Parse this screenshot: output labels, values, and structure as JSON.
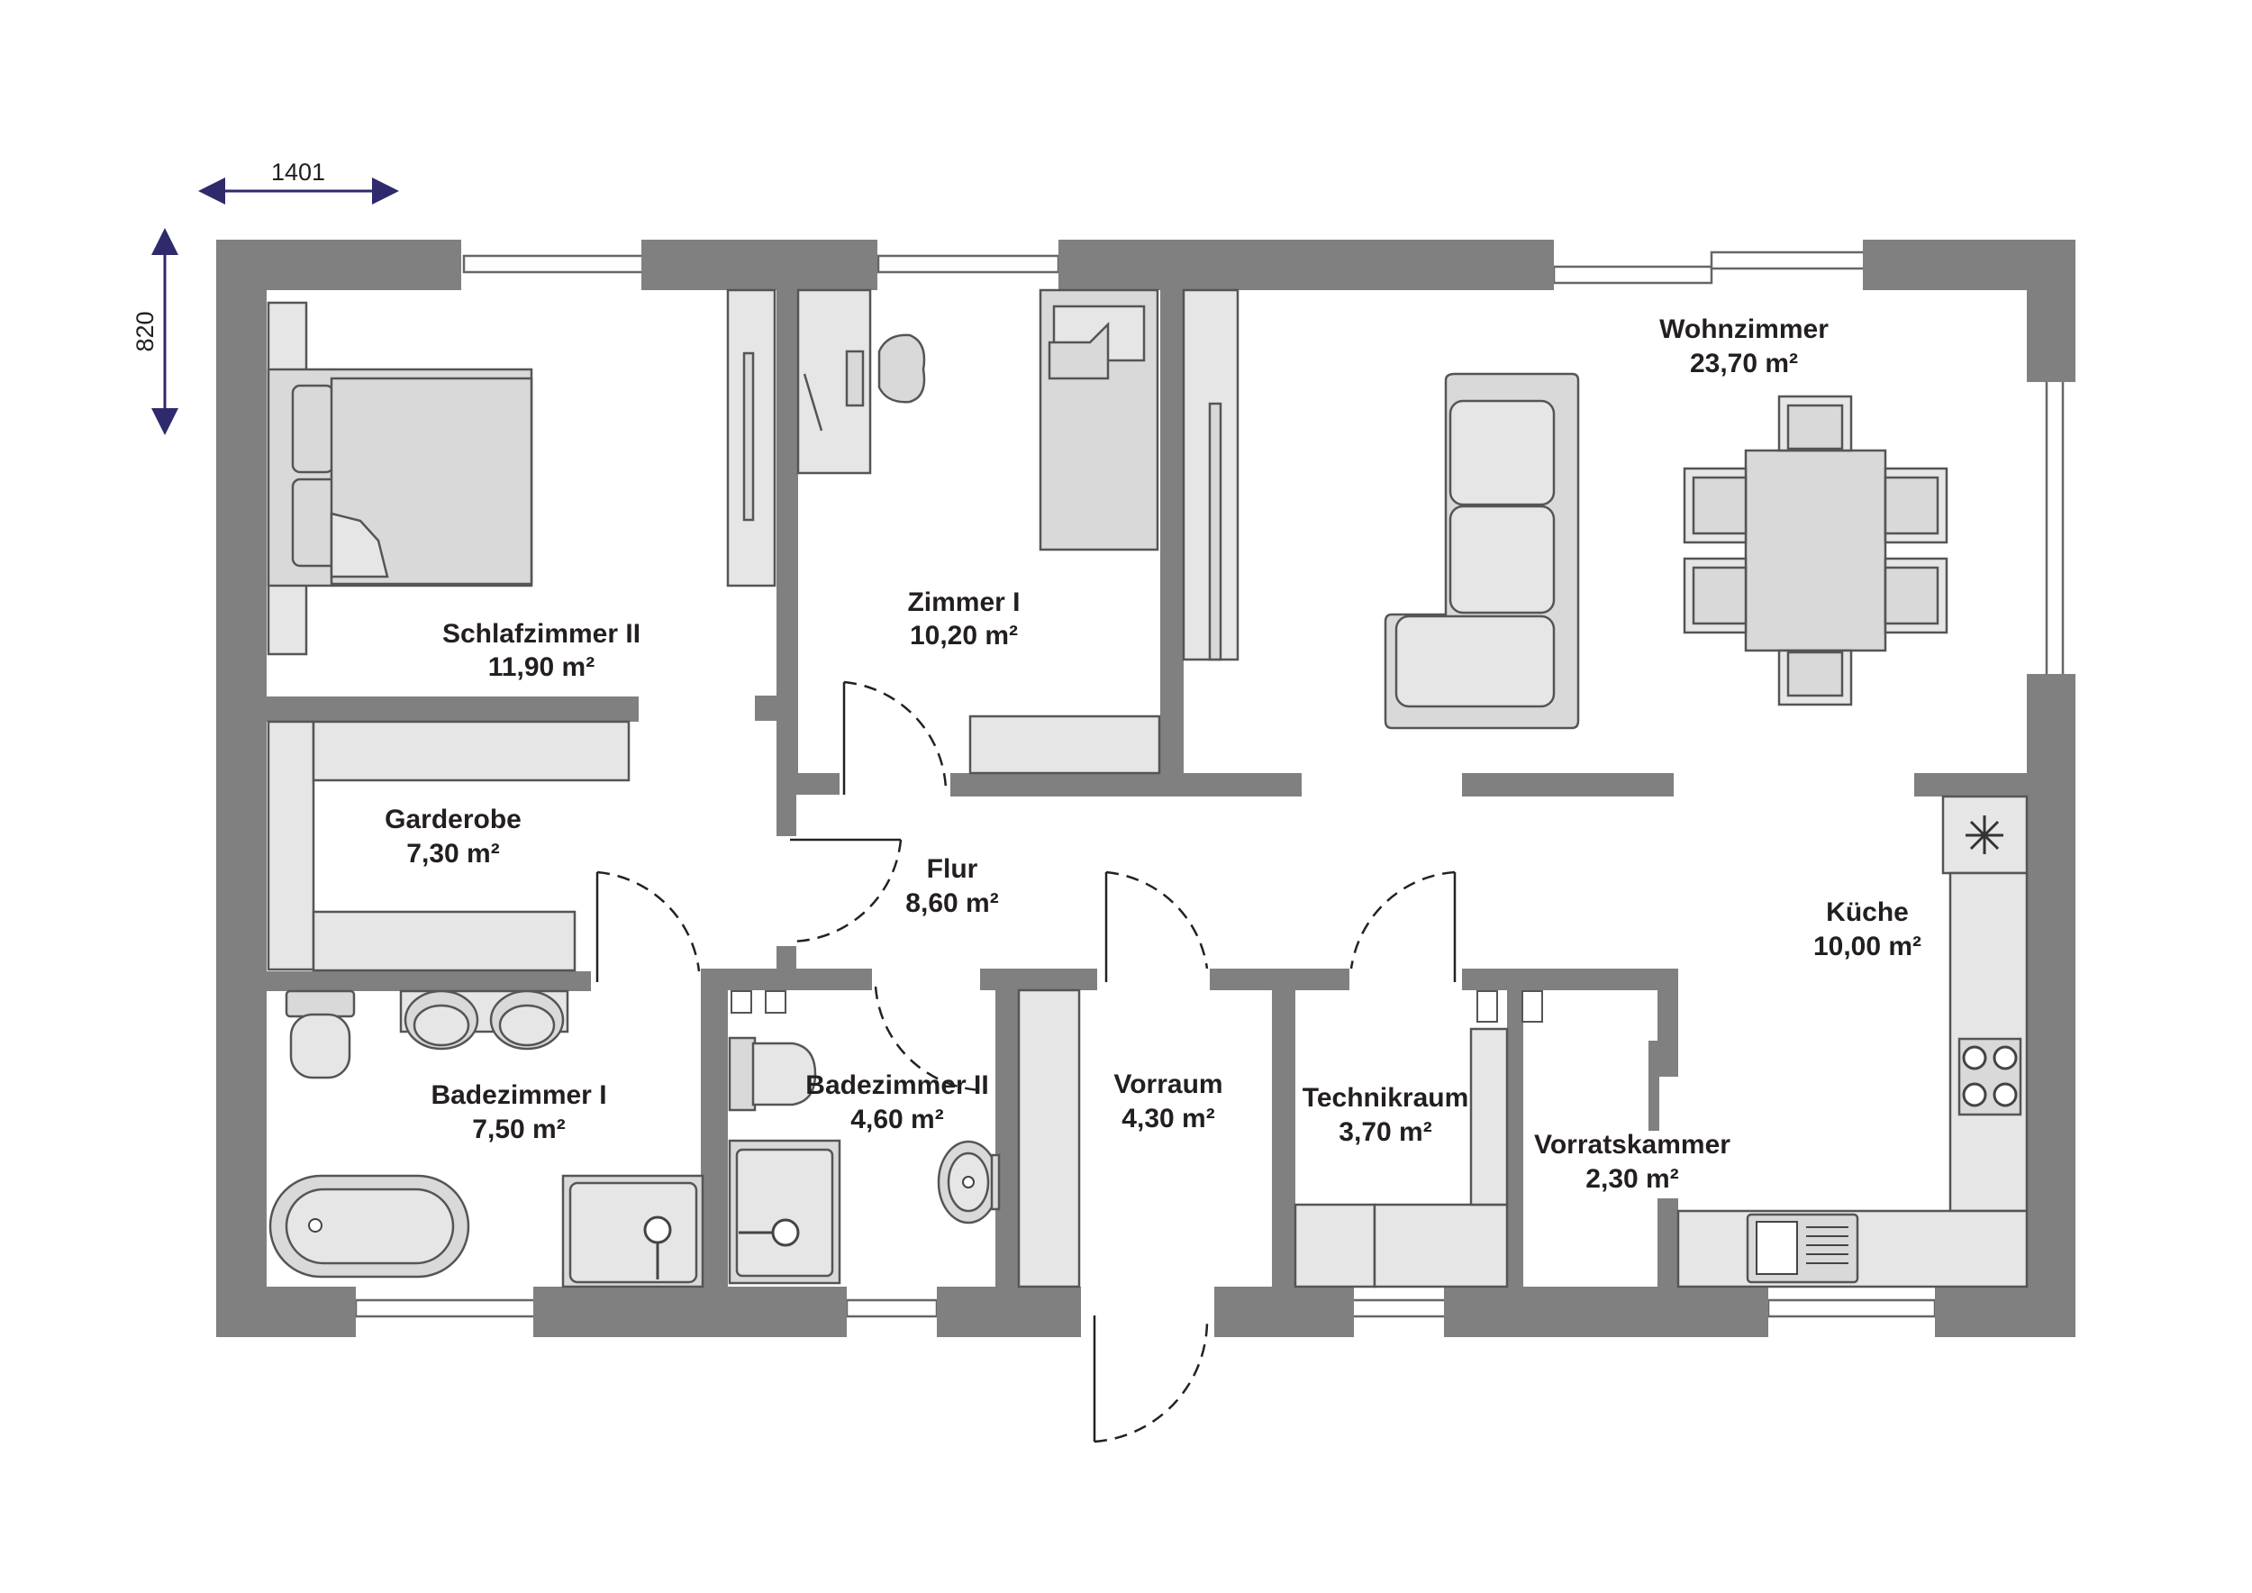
{
  "dimensions": {
    "width": "1401",
    "height": "820"
  },
  "rooms": {
    "schlafzimmer2": {
      "name": "Schlafzimmer II",
      "area": "11,90 m²"
    },
    "zimmer1": {
      "name": "Zimmer I",
      "area": "10,20 m²"
    },
    "wohnzimmer": {
      "name": "Wohnzimmer",
      "area": "23,70 m²"
    },
    "garderobe": {
      "name": "Garderobe",
      "area": "7,30 m²"
    },
    "flur": {
      "name": "Flur",
      "area": "8,60 m²"
    },
    "kueche": {
      "name": "Küche",
      "area": "10,00 m²"
    },
    "badezimmer1": {
      "name": "Badezimmer I",
      "area": "7,50 m²"
    },
    "badezimmer2": {
      "name": "Badezimmer II",
      "area": "4,60 m²"
    },
    "vorraum": {
      "name": "Vorraum",
      "area": "4,30 m²"
    },
    "technikraum": {
      "name": "Technikraum",
      "area": "3,70 m²"
    },
    "vorratskammer": {
      "name": "Vorratskammer",
      "area": "2,30 m²"
    }
  },
  "colors": {
    "wall": "#808080",
    "furniture": "#d9d9d9",
    "dimension": "#2e2a6b"
  }
}
